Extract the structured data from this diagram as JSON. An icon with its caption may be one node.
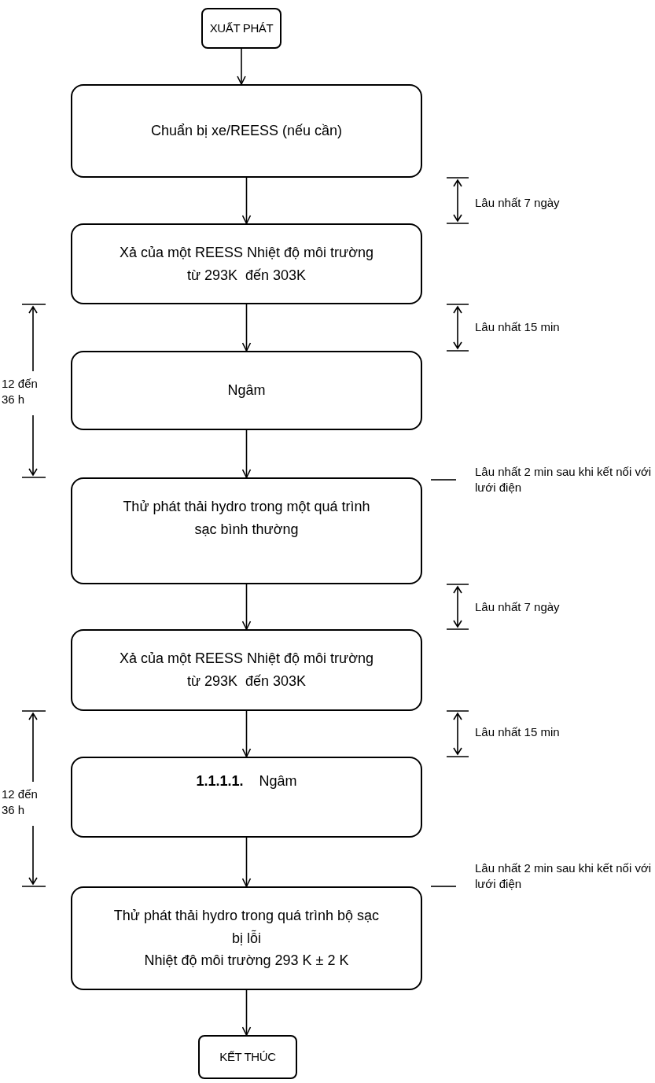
{
  "diagram": {
    "nodes": [
      {
        "text": [
          "XUẤT PHÁT"
        ]
      },
      {
        "text": [
          "Chuẩn bị xe/REESS (nếu cần)"
        ]
      },
      {
        "text": [
          "Xả của một REESS Nhiệt độ môi trường  từ 293K  đến 303K"
        ]
      },
      {
        "text": [
          "Ngâm"
        ]
      },
      {
        "text": [
          "Thử phát thải hydro trong một quá trình sạc bình thường"
        ]
      },
      {
        "text": [
          "Xả của một REESS Nhiệt độ môi trường  từ 293K  đến 303K"
        ]
      },
      {
        "text": [
          "**1.1.1.1.**    Ngâm"
        ]
      },
      {
        "text": [
          "Thử phát thải hydro trong quá trình bộ sạc bị lỗi",
          "Nhiệt độ môi trường 293 K ± 2 K"
        ]
      },
      {
        "text": [
          "KẾT THÚC"
        ]
      }
    ],
    "edges": [
      {
        "from": 0,
        "to": 1,
        "arrow": "to"
      },
      {
        "from": 1,
        "to": 2,
        "arrow": "to"
      },
      {
        "from": 2,
        "to": 3,
        "arrow": "to"
      },
      {
        "from": 3,
        "to": 4,
        "arrow": "to"
      },
      {
        "from": 4,
        "to": 5,
        "arrow": "to"
      },
      {
        "from": 5,
        "to": 6,
        "arrow": "to"
      },
      {
        "from": 6,
        "to": 7,
        "arrow": "to"
      },
      {
        "from": 7,
        "to": 8,
        "arrow": "to"
      }
    ],
    "labels": [
      "Lâu nhất 7 ngày",
      "Lâu nhất 15 min",
      "12 đến 36 h",
      "Lâu nhất 2 min sau khi kết nối với lưới điện",
      "Lâu nhất 7 ngày",
      "Lâu nhất 15 min",
      "12 đến 36 h",
      "Lâu nhất 2 min sau khi kết nối với lưới điện"
    ]
  }
}
